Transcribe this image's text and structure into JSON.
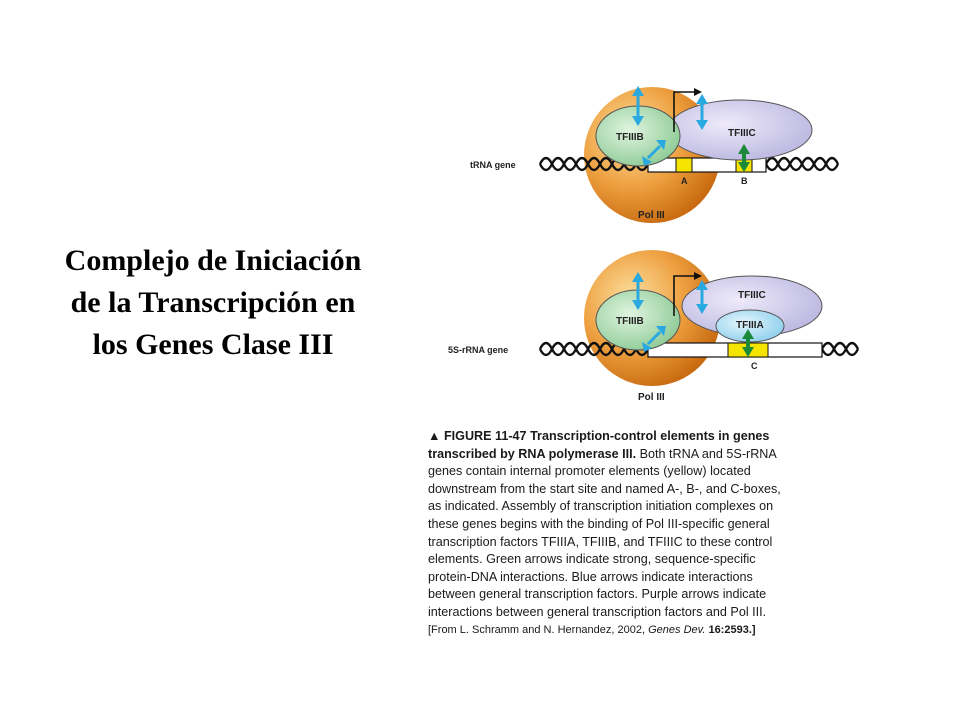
{
  "slide": {
    "title_lines": [
      "Complejo de Iniciación",
      "de la Transcripción en",
      "los Genes Clase III"
    ]
  },
  "diagram": {
    "panel_top": {
      "gene_label": "tRNA gene",
      "factor_left": "TFIIIB",
      "factor_right": "TFIIIC",
      "box_a": "A",
      "box_b": "B",
      "polymerase": "Pol III"
    },
    "panel_bottom": {
      "gene_label": "5S-rRNA gene",
      "factor_left": "TFIIIB",
      "factor_right": "TFIIIC",
      "factor_inner": "TFIIIA",
      "box_c": "C",
      "polymerase": "Pol III"
    },
    "colors": {
      "pol_iii": "#e8981e",
      "tfiiib": "#a8d8a8",
      "tfiiic": "#c8c4e8",
      "tfiiia": "#a8d8f0",
      "promoter_box": "#f5e400",
      "blue_arrow": "#2aa8e0",
      "green_arrow": "#1a8a3a"
    }
  },
  "caption": {
    "figure_number": "▲ FIGURE  11-47",
    "title_part1": "Transcription-control elements in genes",
    "title_part2": "transcribed by RNA polymerase III.",
    "line2_rest": " Both tRNA and 5S-rRNA",
    "line3": "genes contain internal promoter elements (yellow) located",
    "line4": "downstream from the start site and named A-, B-, and C-boxes,",
    "line5": "as indicated. Assembly of transcription initiation complexes on",
    "line6": "these genes begins with the binding of Pol III-specific general",
    "line7": "transcription factors TFIIIA, TFIIIB, and TFIIIC to these control",
    "line8": "elements. Green arrows indicate strong, sequence-specific",
    "line9": "protein-DNA interactions. Blue arrows indicate interactions",
    "line10": "between general transcription factors. Purple arrows indicate",
    "line11": "interactions between general transcription factors and Pol III.",
    "source_start": "[From L. Schramm and N. Hernandez, 2002, ",
    "source_journal": "Genes Dev.",
    "source_end": " 16:2593.]"
  }
}
